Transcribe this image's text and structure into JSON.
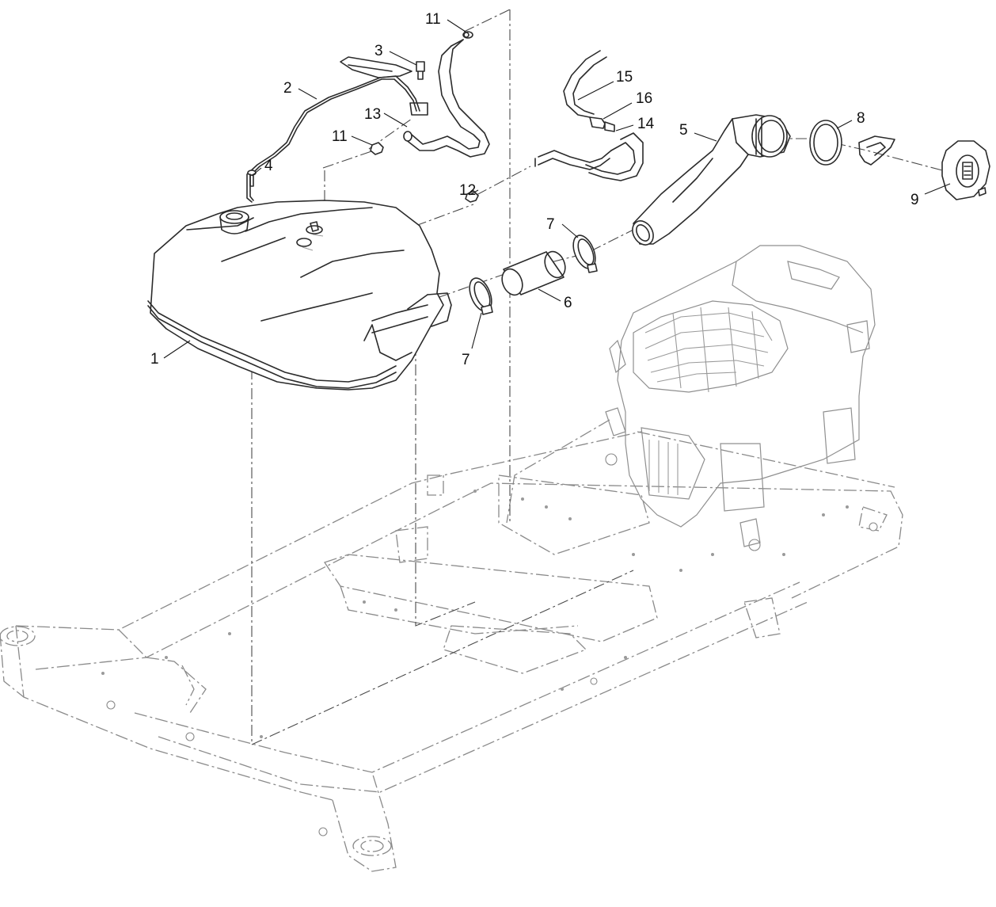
{
  "callouts": [
    {
      "id": "c1",
      "label": "1"
    },
    {
      "id": "c2",
      "label": "2"
    },
    {
      "id": "c3",
      "label": "3"
    },
    {
      "id": "c4",
      "label": "4"
    },
    {
      "id": "c5",
      "label": "5"
    },
    {
      "id": "c6",
      "label": "6"
    },
    {
      "id": "c7a",
      "label": "7"
    },
    {
      "id": "c7b",
      "label": "7"
    },
    {
      "id": "c8",
      "label": "8"
    },
    {
      "id": "c9",
      "label": "9"
    },
    {
      "id": "c11a",
      "label": "11"
    },
    {
      "id": "c11b",
      "label": "11"
    },
    {
      "id": "c12",
      "label": "12"
    },
    {
      "id": "c13",
      "label": "13"
    },
    {
      "id": "c14",
      "label": "14"
    },
    {
      "id": "c15",
      "label": "15"
    },
    {
      "id": "c16",
      "label": "16"
    }
  ]
}
